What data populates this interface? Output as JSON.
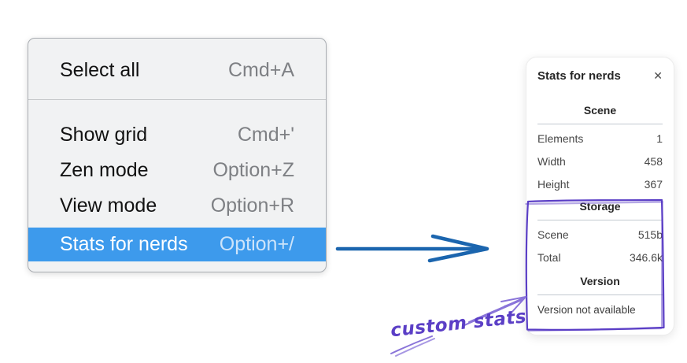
{
  "colors": {
    "menu_highlight": "#3d9aec",
    "arrow_blue": "#1b65ae",
    "annotation_purple": "#5b3fc6",
    "annotation_purple_light": "#8a74d9"
  },
  "context_menu": {
    "sections": [
      {
        "items": [
          {
            "label": "Select all",
            "shortcut": "Cmd+A"
          }
        ]
      },
      {
        "items": [
          {
            "label": "Show grid",
            "shortcut": "Cmd+'"
          },
          {
            "label": "Zen mode",
            "shortcut": "Option+Z"
          },
          {
            "label": "View mode",
            "shortcut": "Option+R"
          },
          {
            "label": "Stats for nerds",
            "shortcut": "Option+/",
            "highlighted": true
          }
        ]
      }
    ]
  },
  "stats_panel": {
    "title": "Stats for nerds",
    "close_icon_glyph": "✕",
    "scene": {
      "heading": "Scene",
      "rows": [
        {
          "label": "Elements",
          "value": "1"
        },
        {
          "label": "Width",
          "value": "458"
        },
        {
          "label": "Height",
          "value": "367"
        }
      ]
    },
    "storage": {
      "heading": "Storage",
      "rows": [
        {
          "label": "Scene",
          "value": "515b"
        },
        {
          "label": "Total",
          "value": "346.6k"
        }
      ]
    },
    "version": {
      "heading": "Version",
      "note": "Version not available"
    }
  },
  "annotations": {
    "custom_stats_label": "custom stats"
  }
}
